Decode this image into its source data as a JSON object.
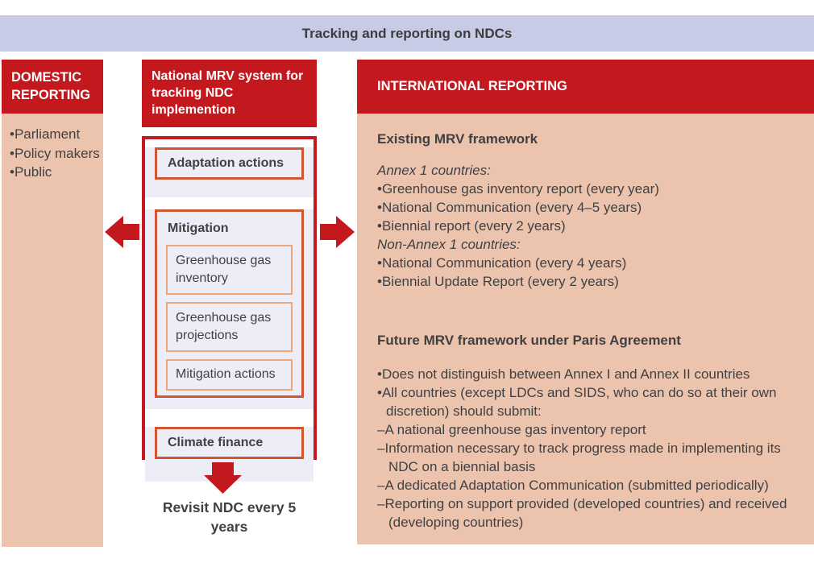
{
  "banner": {
    "title": "Tracking and reporting on NDCs"
  },
  "colors": {
    "banner_bg": "#c7cbe5",
    "red": "#c3191e",
    "salmon": "#ecc4ae",
    "section_lavender": "#ecedf6",
    "box_border_dark_orange": "#d0562f",
    "box_border_light_orange": "#efa679",
    "text_dark": "#414042"
  },
  "domestic": {
    "title": "DOMESTIC REPORTING",
    "items": [
      "Parliament",
      "Policy makers",
      "Public"
    ]
  },
  "mrv": {
    "title": "National MRV system for tracking NDC implemention",
    "adaptation_label": "Adaptation actions",
    "mitigation_label": "Mitigation",
    "mitigation_items": [
      "Greenhouse gas inventory",
      "Greenhouse gas projections",
      "Mitigation actions"
    ],
    "climate_finance_label": "Climate finance",
    "revisit_note": "Revisit NDC every 5 years"
  },
  "international": {
    "title": "INTERNATIONAL REPORTING",
    "existing_heading": "Existing MRV framework",
    "annex1_heading": "Annex 1 countries:",
    "annex1_items": [
      "Greenhouse gas inventory report (every year)",
      "National Communication (every 4–5 years)",
      "Biennial report (every 2 years)"
    ],
    "non_annex1_heading": "Non-Annex 1 countries:",
    "non_annex1_items": [
      "National Communication (every 4 years)",
      "Biennial Update Report (every 2 years)"
    ],
    "future_heading": "Future MRV framework under Paris Agreement",
    "future_bullets": [
      "Does not distinguish between Annex I and Annex II countries",
      "All countries (except LDCs and SIDS, who can do so at their own discretion) should submit:"
    ],
    "future_subitems": [
      "A national greenhouse gas inventory report",
      "Information necessary to track progress made in implementing its NDC on a biennial basis",
      "A dedicated Adaptation Communication (submitted periodically)",
      "Reporting on support provided (developed countries) and received (developing countries)"
    ]
  }
}
